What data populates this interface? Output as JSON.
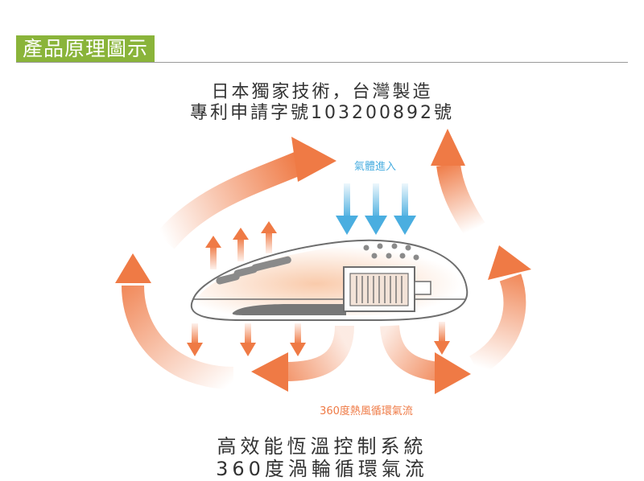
{
  "header": {
    "section_title": "產品原理圖示"
  },
  "headline": {
    "line1": "日本獨家技術，台灣製造",
    "line2": "專利申請字號103200892號"
  },
  "diagram": {
    "intake_label": "氣體進入",
    "circulation_label": "360度熱風循環氣流",
    "colors": {
      "accent_green": "#8ab43a",
      "airflow_orange": "#ef7a45",
      "intake_blue": "#4aaee0",
      "device_outline": "#6e6e6e"
    }
  },
  "footer": {
    "line1": "高效能恆溫控制系統",
    "line2": "360度渦輪循環氣流"
  }
}
